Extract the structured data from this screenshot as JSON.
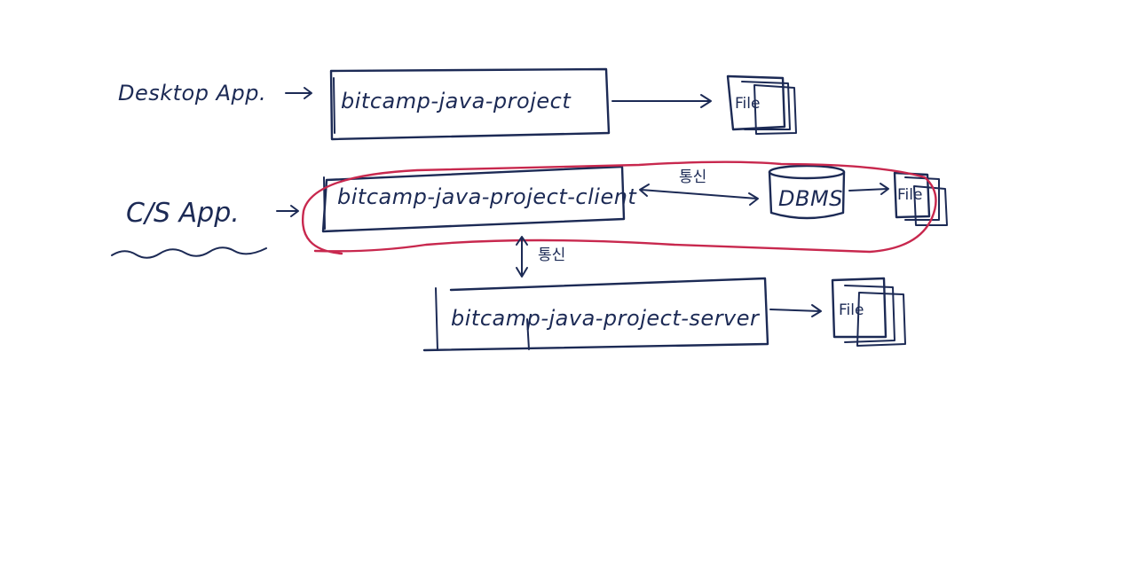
{
  "colors": {
    "ink": "#1c2a55",
    "highlight": "#c8284e",
    "background": "#ffffff"
  },
  "rows": {
    "desktop": {
      "label": "Desktop App.",
      "box": "bitcamp-java-project",
      "file": "File"
    },
    "cs": {
      "label": "C/S App.",
      "client": "bitcamp-java-project-client",
      "comm_client_dbms": "통신",
      "dbms": "DBMS",
      "file": "File"
    },
    "server": {
      "comm_client_server": "통신",
      "box": "bitcamp-java-project-server",
      "file": "File"
    }
  }
}
